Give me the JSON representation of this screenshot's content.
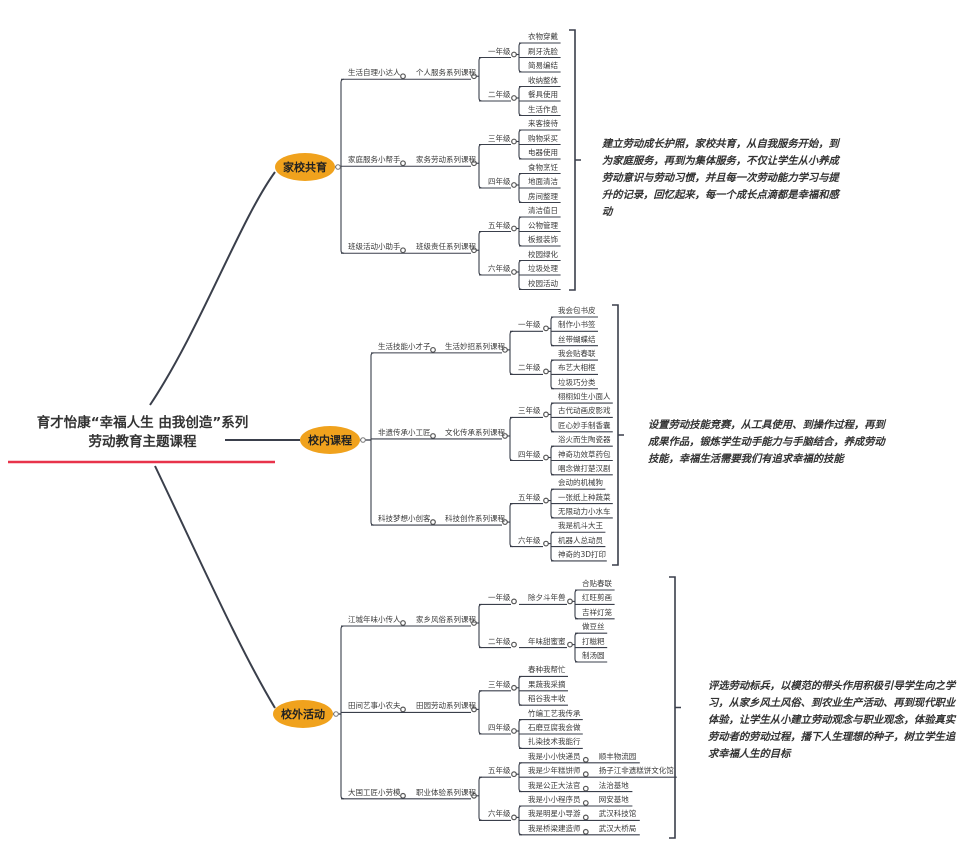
{
  "title": {
    "line1": "育才怡康“幸福人生 由我创造”系列",
    "line2": "劳动教育主题课程"
  },
  "colors": {
    "branch": "#f0a21d",
    "underline": "#e8334a",
    "line": "#3a3f4b"
  },
  "sections": [
    {
      "name": "家校共育",
      "note": "建立劳动成长护照，家校共育，从自我服务开始，到为家庭服务，再到为集体服务，不仅让学生从小养成劳动意识与劳动习惯，并且每一次劳动能力学习与提升的记录，回忆起来，每一个成长点滴都是幸福和感动",
      "groups": [
        {
          "name": "生活自理小达人",
          "course": "个人服务系列课程",
          "grades": [
            {
              "name": "一年级",
              "leaves": [
                {
                  "name": "衣物穿戴"
                },
                {
                  "name": "刷牙洗脸"
                },
                {
                  "name": "简易编结"
                }
              ]
            },
            {
              "name": "二年级",
              "leaves": [
                {
                  "name": "收纳整体"
                },
                {
                  "name": "餐具使用"
                },
                {
                  "name": "生活作息"
                }
              ]
            }
          ]
        },
        {
          "name": "家庭服务小帮手",
          "course": "家务劳动系列课程",
          "grades": [
            {
              "name": "三年级",
              "leaves": [
                {
                  "name": "来客接待"
                },
                {
                  "name": "购物采买"
                },
                {
                  "name": "电器使用"
                }
              ]
            },
            {
              "name": "四年级",
              "leaves": [
                {
                  "name": "食物烹饪"
                },
                {
                  "name": "地面清洁"
                },
                {
                  "name": "房间整理"
                }
              ]
            }
          ]
        },
        {
          "name": "班级活动小助手",
          "course": "班级责任系列课程",
          "grades": [
            {
              "name": "五年级",
              "leaves": [
                {
                  "name": "清洁值日"
                },
                {
                  "name": "公物管理"
                },
                {
                  "name": "板报装饰"
                }
              ]
            },
            {
              "name": "六年级",
              "leaves": [
                {
                  "name": "校园绿化"
                },
                {
                  "name": "垃圾处理"
                },
                {
                  "name": "校园活动"
                }
              ]
            }
          ]
        }
      ]
    },
    {
      "name": "校内课程",
      "note": "设置劳动技能竞赛，从工具使用、到操作过程，再到成果作品，锻炼学生动手能力与手脑结合，养成劳动技能，幸福生活需要我们有追求幸福的技能",
      "groups": [
        {
          "name": "生活技能小才子",
          "course": "生活妙招系列课程",
          "grades": [
            {
              "name": "一年级",
              "leaves": [
                {
                  "name": "我会包书皮"
                },
                {
                  "name": "制作小书签"
                },
                {
                  "name": "丝带蝴蝶结"
                }
              ]
            },
            {
              "name": "二年级",
              "leaves": [
                {
                  "name": "我会贴春联"
                },
                {
                  "name": "布艺大相框"
                },
                {
                  "name": "垃圾巧分类"
                }
              ]
            }
          ]
        },
        {
          "name": "非遗传承小工匠",
          "course": "文化传承系列课程",
          "grades": [
            {
              "name": "三年级",
              "leaves": [
                {
                  "name": "栩栩如生小面人"
                },
                {
                  "name": "古代动画皮影戏"
                },
                {
                  "name": "匠心妙手制香囊"
                }
              ]
            },
            {
              "name": "四年级",
              "leaves": [
                {
                  "name": "浴火而生陶瓷器"
                },
                {
                  "name": "神奇功效草药包"
                },
                {
                  "name": "唱念做打楚汉剧"
                }
              ]
            }
          ]
        },
        {
          "name": "科技梦想小创客",
          "course": "科技创作系列课程",
          "grades": [
            {
              "name": "五年级",
              "leaves": [
                {
                  "name": "会动的机械狗"
                },
                {
                  "name": "一张纸上种蔬菜"
                },
                {
                  "name": "无限动力小水车"
                }
              ]
            },
            {
              "name": "六年级",
              "leaves": [
                {
                  "name": "我是机斗大王"
                },
                {
                  "name": "机器人总动员"
                },
                {
                  "name": "神奇的3D打印"
                }
              ]
            }
          ]
        }
      ]
    },
    {
      "name": "校外活动",
      "note": "评选劳动标兵，以模范的带头作用积极引导学生向之学习，从家乡风土风俗、到农业生产活动、再到现代职业体验，让学生从小建立劳动观念与职业观念，体验真实劳动者的劳动过程，播下人生理想的种子，树立学生追求幸福人生的目标",
      "groups": [
        {
          "name": "江城年味小传人",
          "course": "家乡风俗系列课程",
          "grades": [
            {
              "name": "一年级",
              "theme": "除夕斗年兽",
              "leaves": [
                {
                  "name": "合贴春联"
                },
                {
                  "name": "红旺剪画"
                },
                {
                  "name": "吉祥灯笼"
                }
              ]
            },
            {
              "name": "二年级",
              "theme": "年味甜蜜蜜",
              "leaves": [
                {
                  "name": "做豆丝"
                },
                {
                  "name": "打糍粑"
                },
                {
                  "name": "制汤圆"
                }
              ]
            }
          ]
        },
        {
          "name": "田间艺事小农夫",
          "course": "田园劳动系列课程",
          "grades": [
            {
              "name": "三年级",
              "leaves": [
                {
                  "name": "春种我帮忙"
                },
                {
                  "name": "果蔬我采摘"
                },
                {
                  "name": "稻谷我丰收"
                }
              ]
            },
            {
              "name": "四年级",
              "leaves": [
                {
                  "name": "竹编工艺我传承"
                },
                {
                  "name": "石磨豆腐我会做"
                },
                {
                  "name": "扎染技术我能行"
                }
              ]
            }
          ]
        },
        {
          "name": "大国工匠小劳模",
          "course": "职业体验系列课程",
          "grades": [
            {
              "name": "五年级",
              "leaves": [
                {
                  "name": "我是小小快递员",
                  "place": "顺丰物流园"
                },
                {
                  "name": "我是少年糕饼师",
                  "place": "扬子江非遗糕饼文化馆"
                },
                {
                  "name": "我是公正大法官",
                  "place": "法治基地"
                }
              ]
            },
            {
              "name": "六年级",
              "leaves": [
                {
                  "name": "我是小小程序员",
                  "place": "网安基地"
                },
                {
                  "name": "我是明星小导游",
                  "place": "武汉科技馆"
                },
                {
                  "name": "我是桥梁建造师",
                  "place": "武汉大桥局"
                }
              ]
            }
          ]
        }
      ]
    }
  ]
}
